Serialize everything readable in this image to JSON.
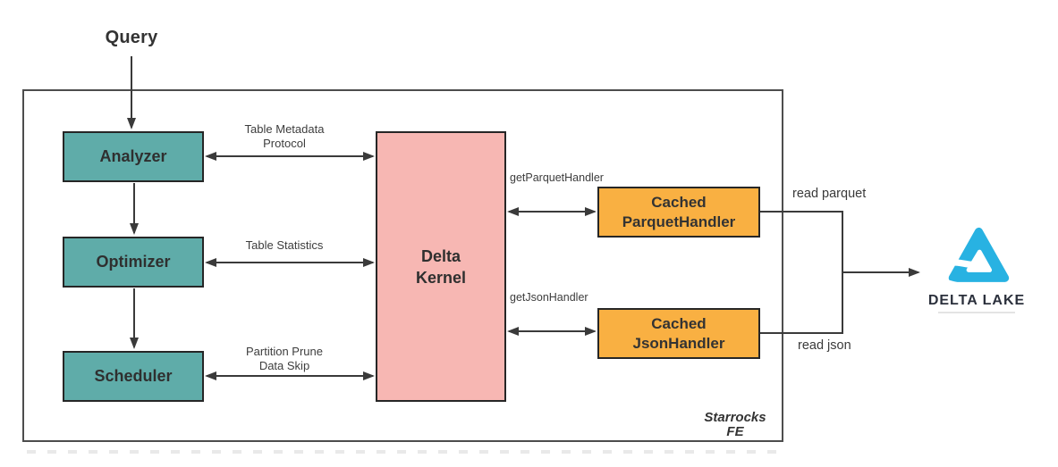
{
  "colors": {
    "stage_fill": "#5faca9",
    "kernel_fill": "#f7b7b3",
    "handler_fill": "#f9b042",
    "node_border": "#262626",
    "outer_border": "#4d4d4d",
    "wire": "#3a3a3a",
    "logo_cyan": "#28b2e2",
    "logo_text": "#2b303c"
  },
  "query": {
    "label": "Query"
  },
  "stages": [
    {
      "label": "Analyzer"
    },
    {
      "label": "Optimizer"
    },
    {
      "label": "Scheduler"
    }
  ],
  "kernel": {
    "line1": "Delta",
    "line2": "Kernel"
  },
  "handlers": [
    {
      "line1": "Cached",
      "line2": "ParquetHandler"
    },
    {
      "line1": "Cached",
      "line2": "JsonHandler"
    }
  ],
  "edge_labels": {
    "analyzer_kernel": {
      "line1": "Table Metadata",
      "line2": "Protocol"
    },
    "optimizer_kernel": {
      "line1": "Table Statistics"
    },
    "scheduler_kernel": {
      "line1": "Partition Prune",
      "line2": "Data Skip"
    },
    "get_parquet": "getParquetHandler",
    "get_json": "getJsonHandler",
    "read_parquet": "read parquet",
    "read_json": "read json"
  },
  "container_label": {
    "line1": "Starrocks",
    "line2": "FE"
  },
  "logo": {
    "caption": "DELTA LAKE"
  }
}
